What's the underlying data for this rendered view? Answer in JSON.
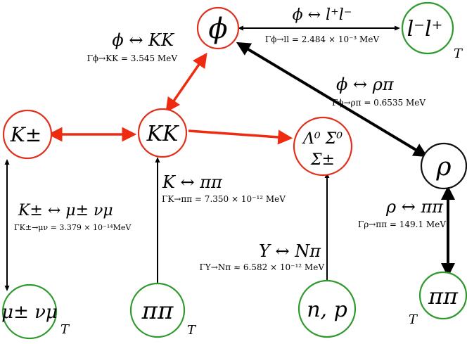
{
  "nodes": {
    "phi": {
      "label": "ϕ",
      "color": "#e0301e"
    },
    "ll": {
      "label": "l⁻l⁺",
      "sub": "T",
      "color": "#2e9a2e"
    },
    "kpm": {
      "label": "K±",
      "color": "#e0301e"
    },
    "kk": {
      "label": "KK",
      "color": "#e0301e"
    },
    "lambda": {
      "label1": "Λ⁰ Σ⁰",
      "label2": "Σ±",
      "color": "#e0301e"
    },
    "rho": {
      "label": "ρ",
      "color": "#111111"
    },
    "munu": {
      "label": "μ± νμ",
      "sub": "T",
      "color": "#2e9a2e"
    },
    "pipi_mid": {
      "label": "ππ",
      "sub": "T",
      "color": "#2e9a2e"
    },
    "np": {
      "label": "n, p",
      "color": "#2e9a2e"
    },
    "pipi_right": {
      "label": "ππ",
      "sub": "T",
      "color": "#2e9a2e"
    }
  },
  "relations": {
    "phi_ll": {
      "text": "ϕ ↔ l⁺l⁻",
      "width": "Γϕ→ll = 2.484 × 10⁻³ MeV"
    },
    "phi_kk": {
      "text": "ϕ ↔ KK",
      "width": "Γϕ→KK = 3.545 MeV"
    },
    "phi_rhopi": {
      "text": "ϕ ↔ ρπ",
      "width": "Γϕ→ρπ = 0.6535 MeV"
    },
    "k_pipi": {
      "text": "K ↔ ππ",
      "width": "ΓK→ππ = 7.350 × 10⁻¹² MeV"
    },
    "kpm_munu": {
      "text": "K± ↔ μ± νμ",
      "width": "ΓK±→μν = 3.379 × 10⁻¹⁴MeV"
    },
    "rho_pipi": {
      "text": "ρ ↔ ππ",
      "width": "Γρ→ππ = 149.1 MeV"
    },
    "y_npi": {
      "text": "Y ↔ Nπ",
      "width": "ΓY→Nπ ≈ 6.582 × 10⁻¹² MeV"
    }
  },
  "colors": {
    "red_arrow": "#ee2a10",
    "black_arrow": "#000000"
  }
}
